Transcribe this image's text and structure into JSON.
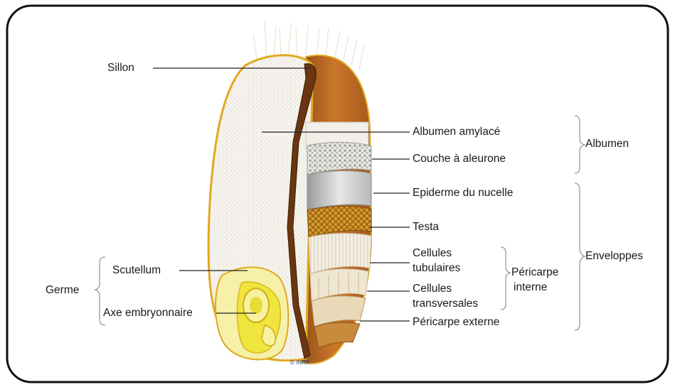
{
  "labels": {
    "sillon": "Sillon",
    "albumen_amylace": "Albumen amylacé",
    "couche_aleurone": "Couche à aleurone",
    "albumen": "Albumen",
    "epiderme_nucelle": "Epiderme du nucelle",
    "testa": "Testa",
    "cellules_tubulaires_1": "Cellules",
    "cellules_tubulaires_2": "tubulaires",
    "pericarpe_interne_1": "Péricarpe",
    "pericarpe_interne_2": "interne",
    "enveloppes": "Enveloppes",
    "cellules_transversales_1": "Cellules",
    "cellules_transversales_2": "transversales",
    "pericarpe_externe": "Péricarpe externe",
    "scutellum": "Scutellum",
    "germe": "Germe",
    "axe_embryonnaire": "Axe embryonnaire"
  },
  "credit": "© INRA",
  "colors": {
    "frame": "#111111",
    "leader_line": "#222222",
    "brace": "#9a9a9a",
    "grain_outline": "#e2a81e",
    "endosperm": "#f4f2ec",
    "bran_brown": "#b8661f",
    "germ_yellow": "#f3ea4a"
  }
}
